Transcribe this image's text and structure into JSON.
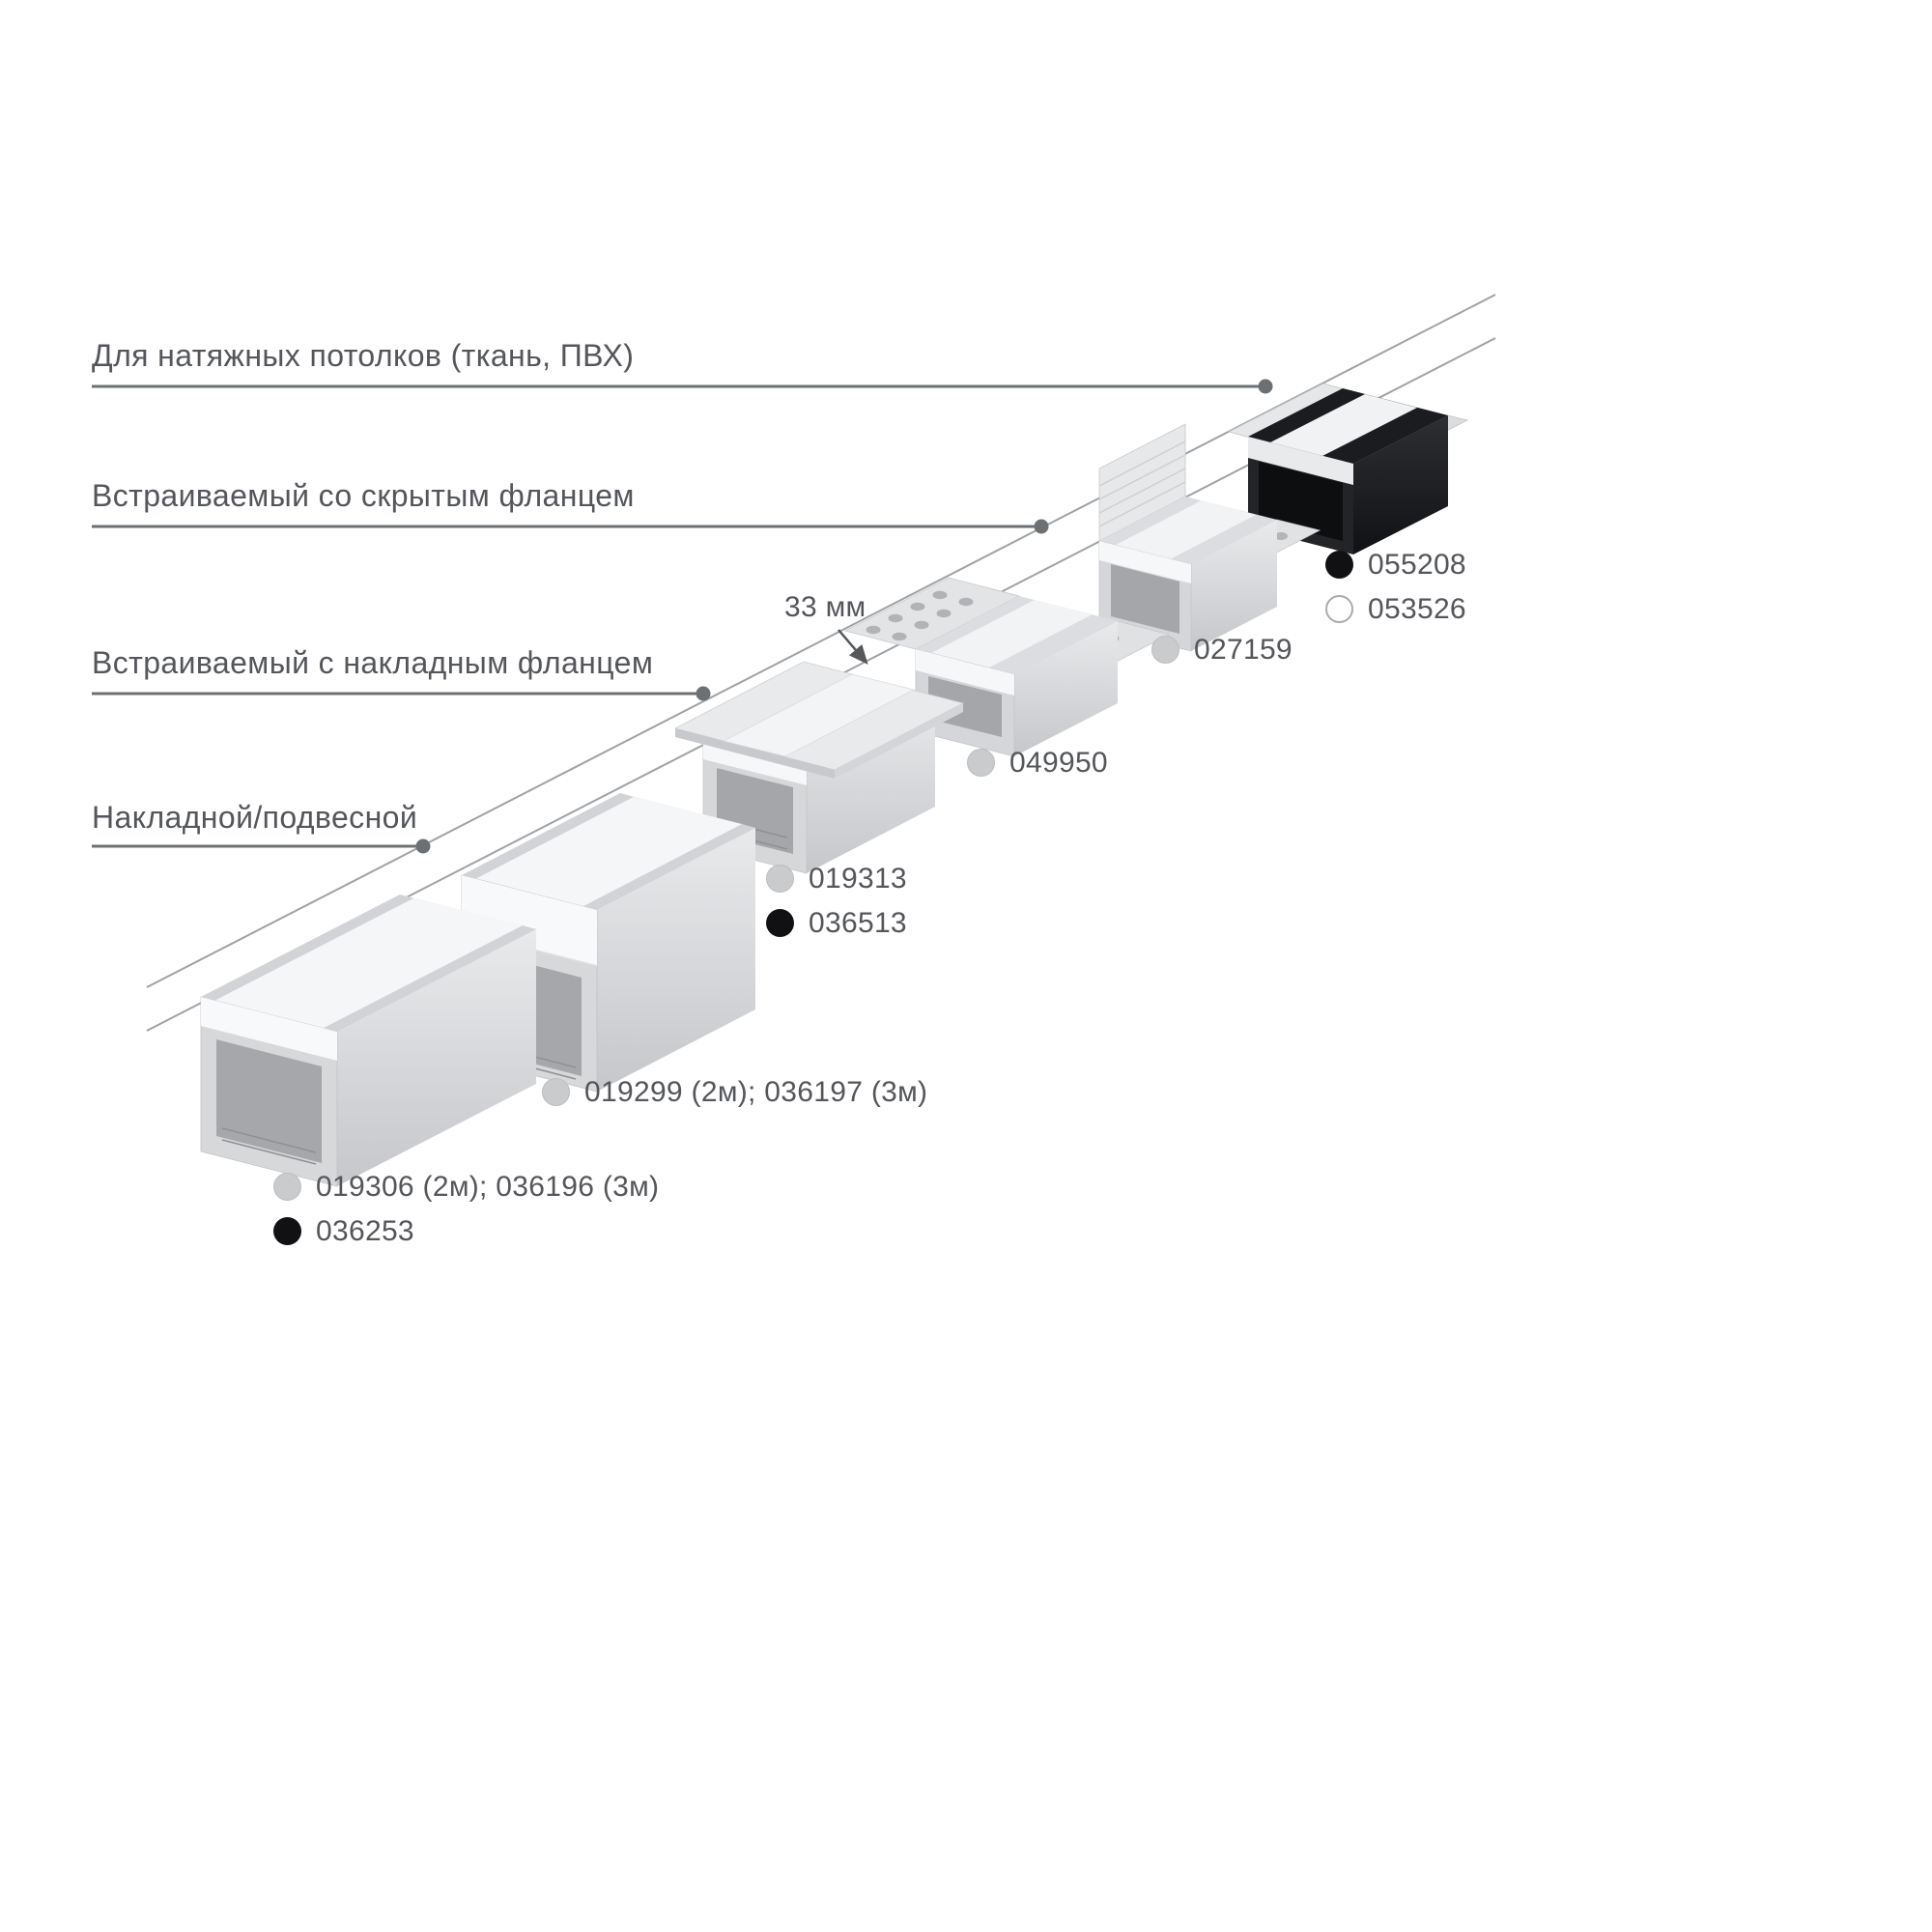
{
  "page": {
    "background": "#ffffff"
  },
  "categories": {
    "stretch": "Для натяжных потолков (ткань, ПВХ)",
    "hidden_flange": "Встраиваемый со скрытым фланцем",
    "surface_flange": "Встраиваемый с накладным фланцем",
    "surface": "Накладной/подвесной"
  },
  "dimension": "33 мм",
  "code_groups": {
    "surface_a": {
      "rows": [
        {
          "swatch": "gray",
          "code": "019306 (2м); 036196 (3м)"
        },
        {
          "swatch": "black",
          "code": "036253"
        }
      ]
    },
    "surface_b": {
      "rows": [
        {
          "swatch": "gray",
          "code": "019299 (2м); 036197 (3м)"
        }
      ]
    },
    "surface_flange_profile": {
      "rows": [
        {
          "swatch": "gray",
          "code": "019313"
        },
        {
          "swatch": "black",
          "code": "036513"
        }
      ]
    },
    "hidden_flange_a": {
      "rows": [
        {
          "swatch": "gray",
          "code": "049950"
        }
      ]
    },
    "hidden_flange_b": {
      "rows": [
        {
          "swatch": "gray",
          "code": "027159"
        }
      ]
    },
    "stretch_profile": {
      "rows": [
        {
          "swatch": "black",
          "code": "055208"
        },
        {
          "swatch": "white",
          "code": "053526"
        }
      ]
    }
  },
  "colors": {
    "text": "#54565b",
    "leader_line": "#6d7073",
    "ceiling_line": "#9fa2a5",
    "swatch_gray": "#c9cbcd",
    "swatch_black": "#111113",
    "swatch_white": "#ffffff"
  }
}
